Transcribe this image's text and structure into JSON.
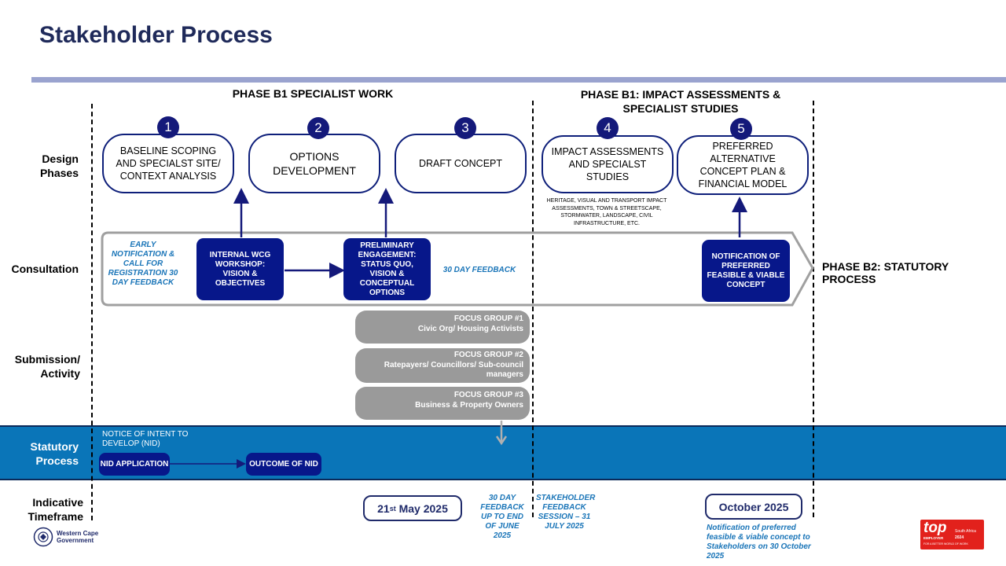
{
  "title": "Stakeholder Process",
  "phases": {
    "b1_specialist": "PHASE B1 SPECIALIST WORK",
    "b1_impact": "PHASE B1: IMPACT ASSESSMENTS & SPECIALIST STUDIES",
    "b2_statutory": "PHASE B2: STATUTORY PROCESS"
  },
  "rows": {
    "design": "Design Phases",
    "consultation": "Consultation",
    "submission": "Submission/ Activity",
    "statutory": "Statutory Process",
    "timeframe": "Indicative Timeframe"
  },
  "design_phases": [
    {
      "num": "1",
      "label": "BASELINE SCOPING AND SPECIALST SITE/ CONTEXT ANALYSIS"
    },
    {
      "num": "2",
      "label": "OPTIONS DEVELOPMENT"
    },
    {
      "num": "3",
      "label": "DRAFT CONCEPT"
    },
    {
      "num": "4",
      "label": "IMPACT ASSESSMENTS AND SPECIALST STUDIES"
    },
    {
      "num": "5",
      "label": "PREFERRED ALTERNATIVE CONCEPT PLAN & FINANCIAL MODEL"
    }
  ],
  "impact_note": "HERITAGE, VISUAL AND TRANSPORT IMPACT ASSESSMENTS, TOWN & STREETSCAPE, STORMWATER, LANDSCAPE, CIVIL INFRASTRUCTURE, ETC.",
  "consultation": {
    "early_notification": "EARLY NOTIFICATION & CALL FOR REGISTRATION 30 DAY FEEDBACK",
    "internal_workshop": "INTERNAL WCG WORKSHOP: VISION & OBJECTIVES",
    "preliminary": "PRELIMINARY ENGAGEMENT: STATUS QUO, VISION & CONCEPTUAL OPTIONS",
    "feedback_30": "30 DAY FEEDBACK",
    "notification": "NOTIFICATION OF PREFERRED FEASIBLE & VIABLE CONCEPT"
  },
  "focus_groups": [
    {
      "title": "FOCUS GROUP #1",
      "desc": "Civic Org/ Housing Activists"
    },
    {
      "title": "FOCUS GROUP #2",
      "desc": "Ratepayers/ Councillors/ Sub-council managers"
    },
    {
      "title": "FOCUS GROUP #3",
      "desc": "Business & Property Owners"
    }
  ],
  "statutory": {
    "nid_notice": "NOTICE OF INTENT TO DEVELOP (NID)",
    "nid_application": "NID APPLICATION",
    "nid_outcome": "OUTCOME OF NID"
  },
  "timeframe": {
    "may_day": "21",
    "may_sup": "st",
    "may_rest": " May 2025",
    "june_feedback": "30 DAY FEEDBACK UP TO END OF JUNE 2025",
    "july_session": "STAKEHOLDER FEEDBACK SESSION – 31 JULY 2025",
    "october": "October 2025",
    "october_note": "Notification of preferred feasible & viable concept to Stakeholders on 30 October 2025"
  },
  "logos": {
    "wcg_line1": "Western Cape",
    "wcg_line2": "Government",
    "top_employer": "top",
    "top_employer_sub": "EMPLOYER",
    "top_region": "South Africa",
    "top_year": "2024",
    "top_tagline": "FOR A BETTER WORLD OF WORK"
  },
  "colors": {
    "title": "#1f2a5a",
    "navy": "#07178a",
    "statutory_band": "#0a75b8",
    "italic_blue": "#1a75b8",
    "grey": "#9a9a9a",
    "top_red": "#e2211c"
  }
}
